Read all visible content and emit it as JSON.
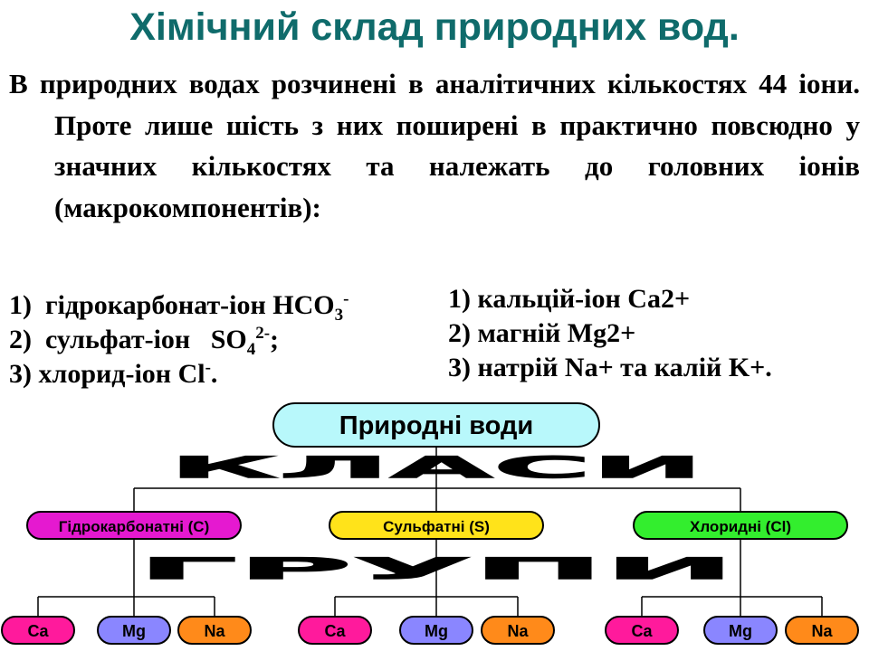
{
  "title": "Хімічний склад природних вод.",
  "intro": "В природних водах розчинені в аналітичних кількостях 44 іони. Проте лише шість з них поширені в практично повсюдно у значних кількостях та належать до головних іонів (макрокомпонентів):",
  "anions": [
    {
      "prefix": "1)  гідрокарбонат-іон ",
      "formula": "HCO",
      "sub": "3",
      "sup": "-",
      "suffix": ""
    },
    {
      "prefix": "2)  сульфат-іон   ",
      "formula": "SO",
      "sub": "4",
      "sup": "2-",
      "suffix": ";"
    },
    {
      "prefix": "3) хлорид-іон ",
      "formula": "Cl",
      "sub": "",
      "sup": "-",
      "suffix": "."
    }
  ],
  "cations": [
    "1) кальцій-іон Ca2+",
    "2) магній Mg2+",
    "3) натрій Na+ та калій K+."
  ],
  "tree": {
    "root": "Природні води",
    "level1_label": "КЛАСИ",
    "level2_label": "ГРУПИ",
    "classes": [
      {
        "label": "Гідрокарбонатні (С)",
        "color": "#e519d0"
      },
      {
        "label": "Сульфатні (S)",
        "color": "#ffe31a"
      },
      {
        "label": "Хлоридні (Cl)",
        "color": "#33ee2e"
      }
    ],
    "groups": [
      {
        "label": "Ca",
        "color": "#ff1a9c"
      },
      {
        "label": "Mg",
        "color": "#8a86ff"
      },
      {
        "label": "Na",
        "color": "#ff8a1a"
      }
    ],
    "root_color": "#b8f8fb"
  }
}
